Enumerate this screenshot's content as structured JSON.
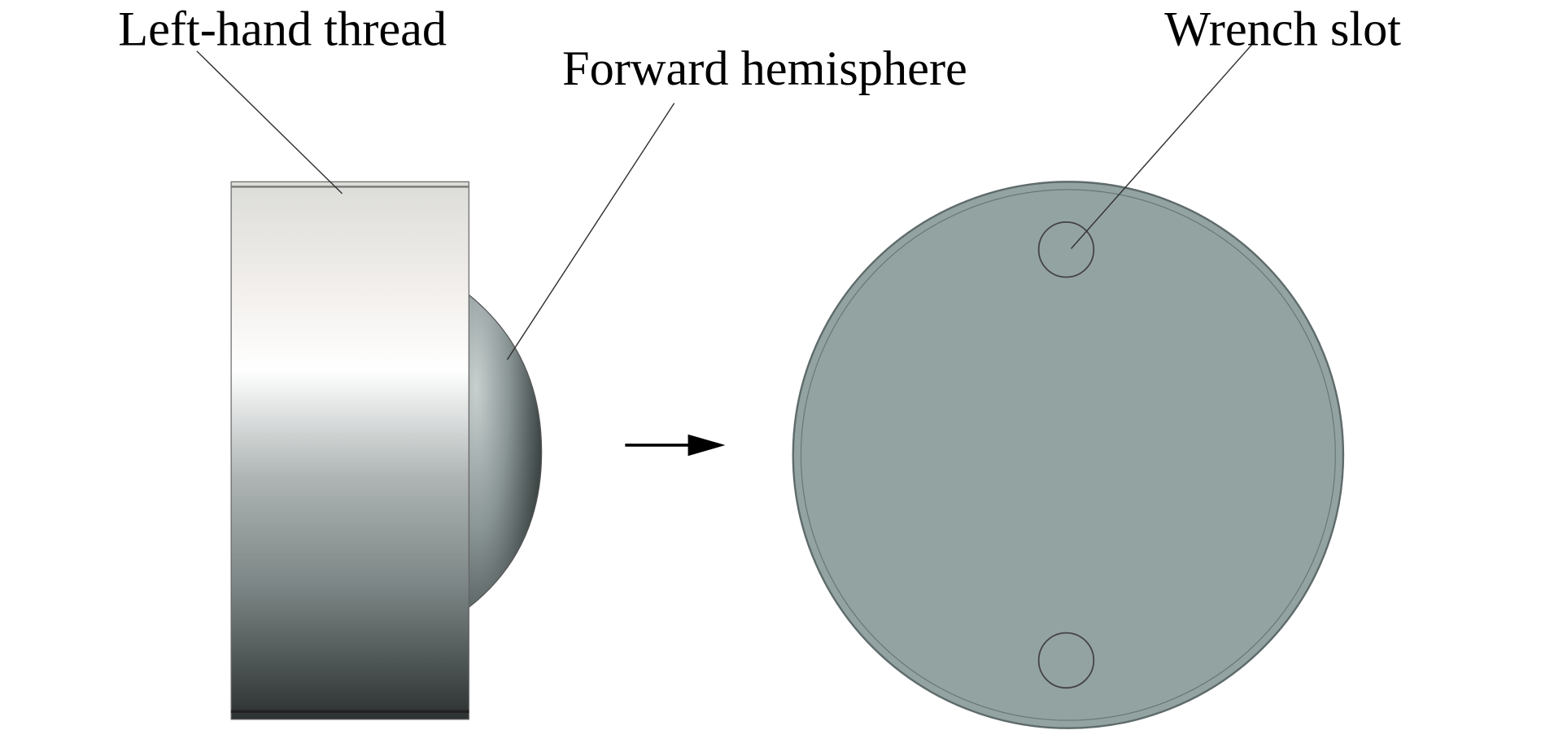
{
  "labels": {
    "left_hand_thread": "Left-hand thread",
    "forward_hemisphere": "Forward hemisphere",
    "wrench_slot": "Wrench slot"
  },
  "colors": {
    "face": "#93a3a2",
    "face_edge": "#5f6b6b",
    "line": "#333333"
  }
}
